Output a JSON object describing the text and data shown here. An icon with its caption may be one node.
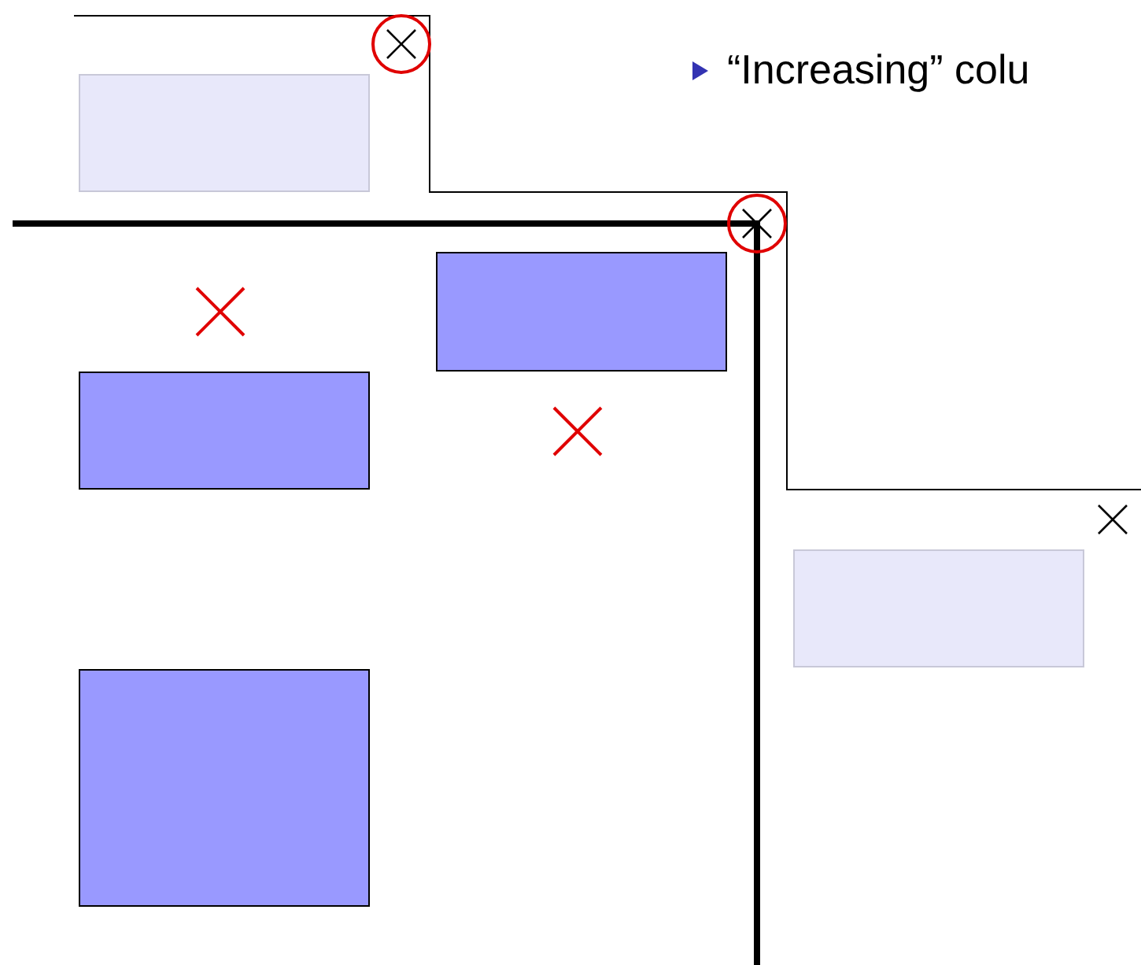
{
  "diagram": {
    "nodes": [
      {
        "text": [],
        "shape": "box"
      },
      {
        "text": [],
        "shape": "box"
      },
      {
        "text": [],
        "shape": "box"
      },
      {
        "text": [],
        "shape": "box"
      },
      {
        "text": [],
        "shape": "box"
      }
    ],
    "labels": [
      "“Increasing” colu"
    ]
  }
}
